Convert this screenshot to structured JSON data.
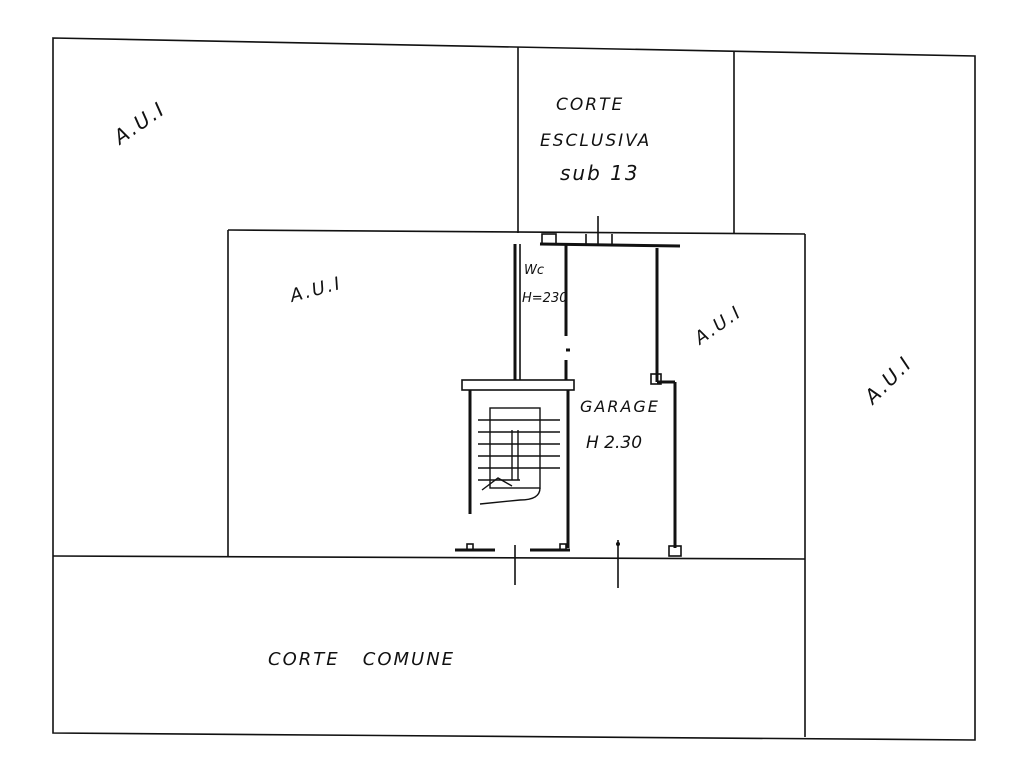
{
  "labels": {
    "aui_top_left": "A.U.I",
    "aui_inner_left": "A.U.I",
    "aui_inner_right": "A.U.I",
    "aui_right": "A.U.I",
    "corte_line1": "CORTE",
    "corte_line2": "ESCLUSIVA",
    "corte_line3": "sub 13",
    "wc_line1": "Wc",
    "wc_line2": "H=230",
    "garage_line1": "GARAGE",
    "garage_line2": "H  2.30",
    "corte_comune": "CORTE   COMUNE"
  },
  "colors": {
    "ink": "#111111",
    "paper": "#ffffff"
  }
}
